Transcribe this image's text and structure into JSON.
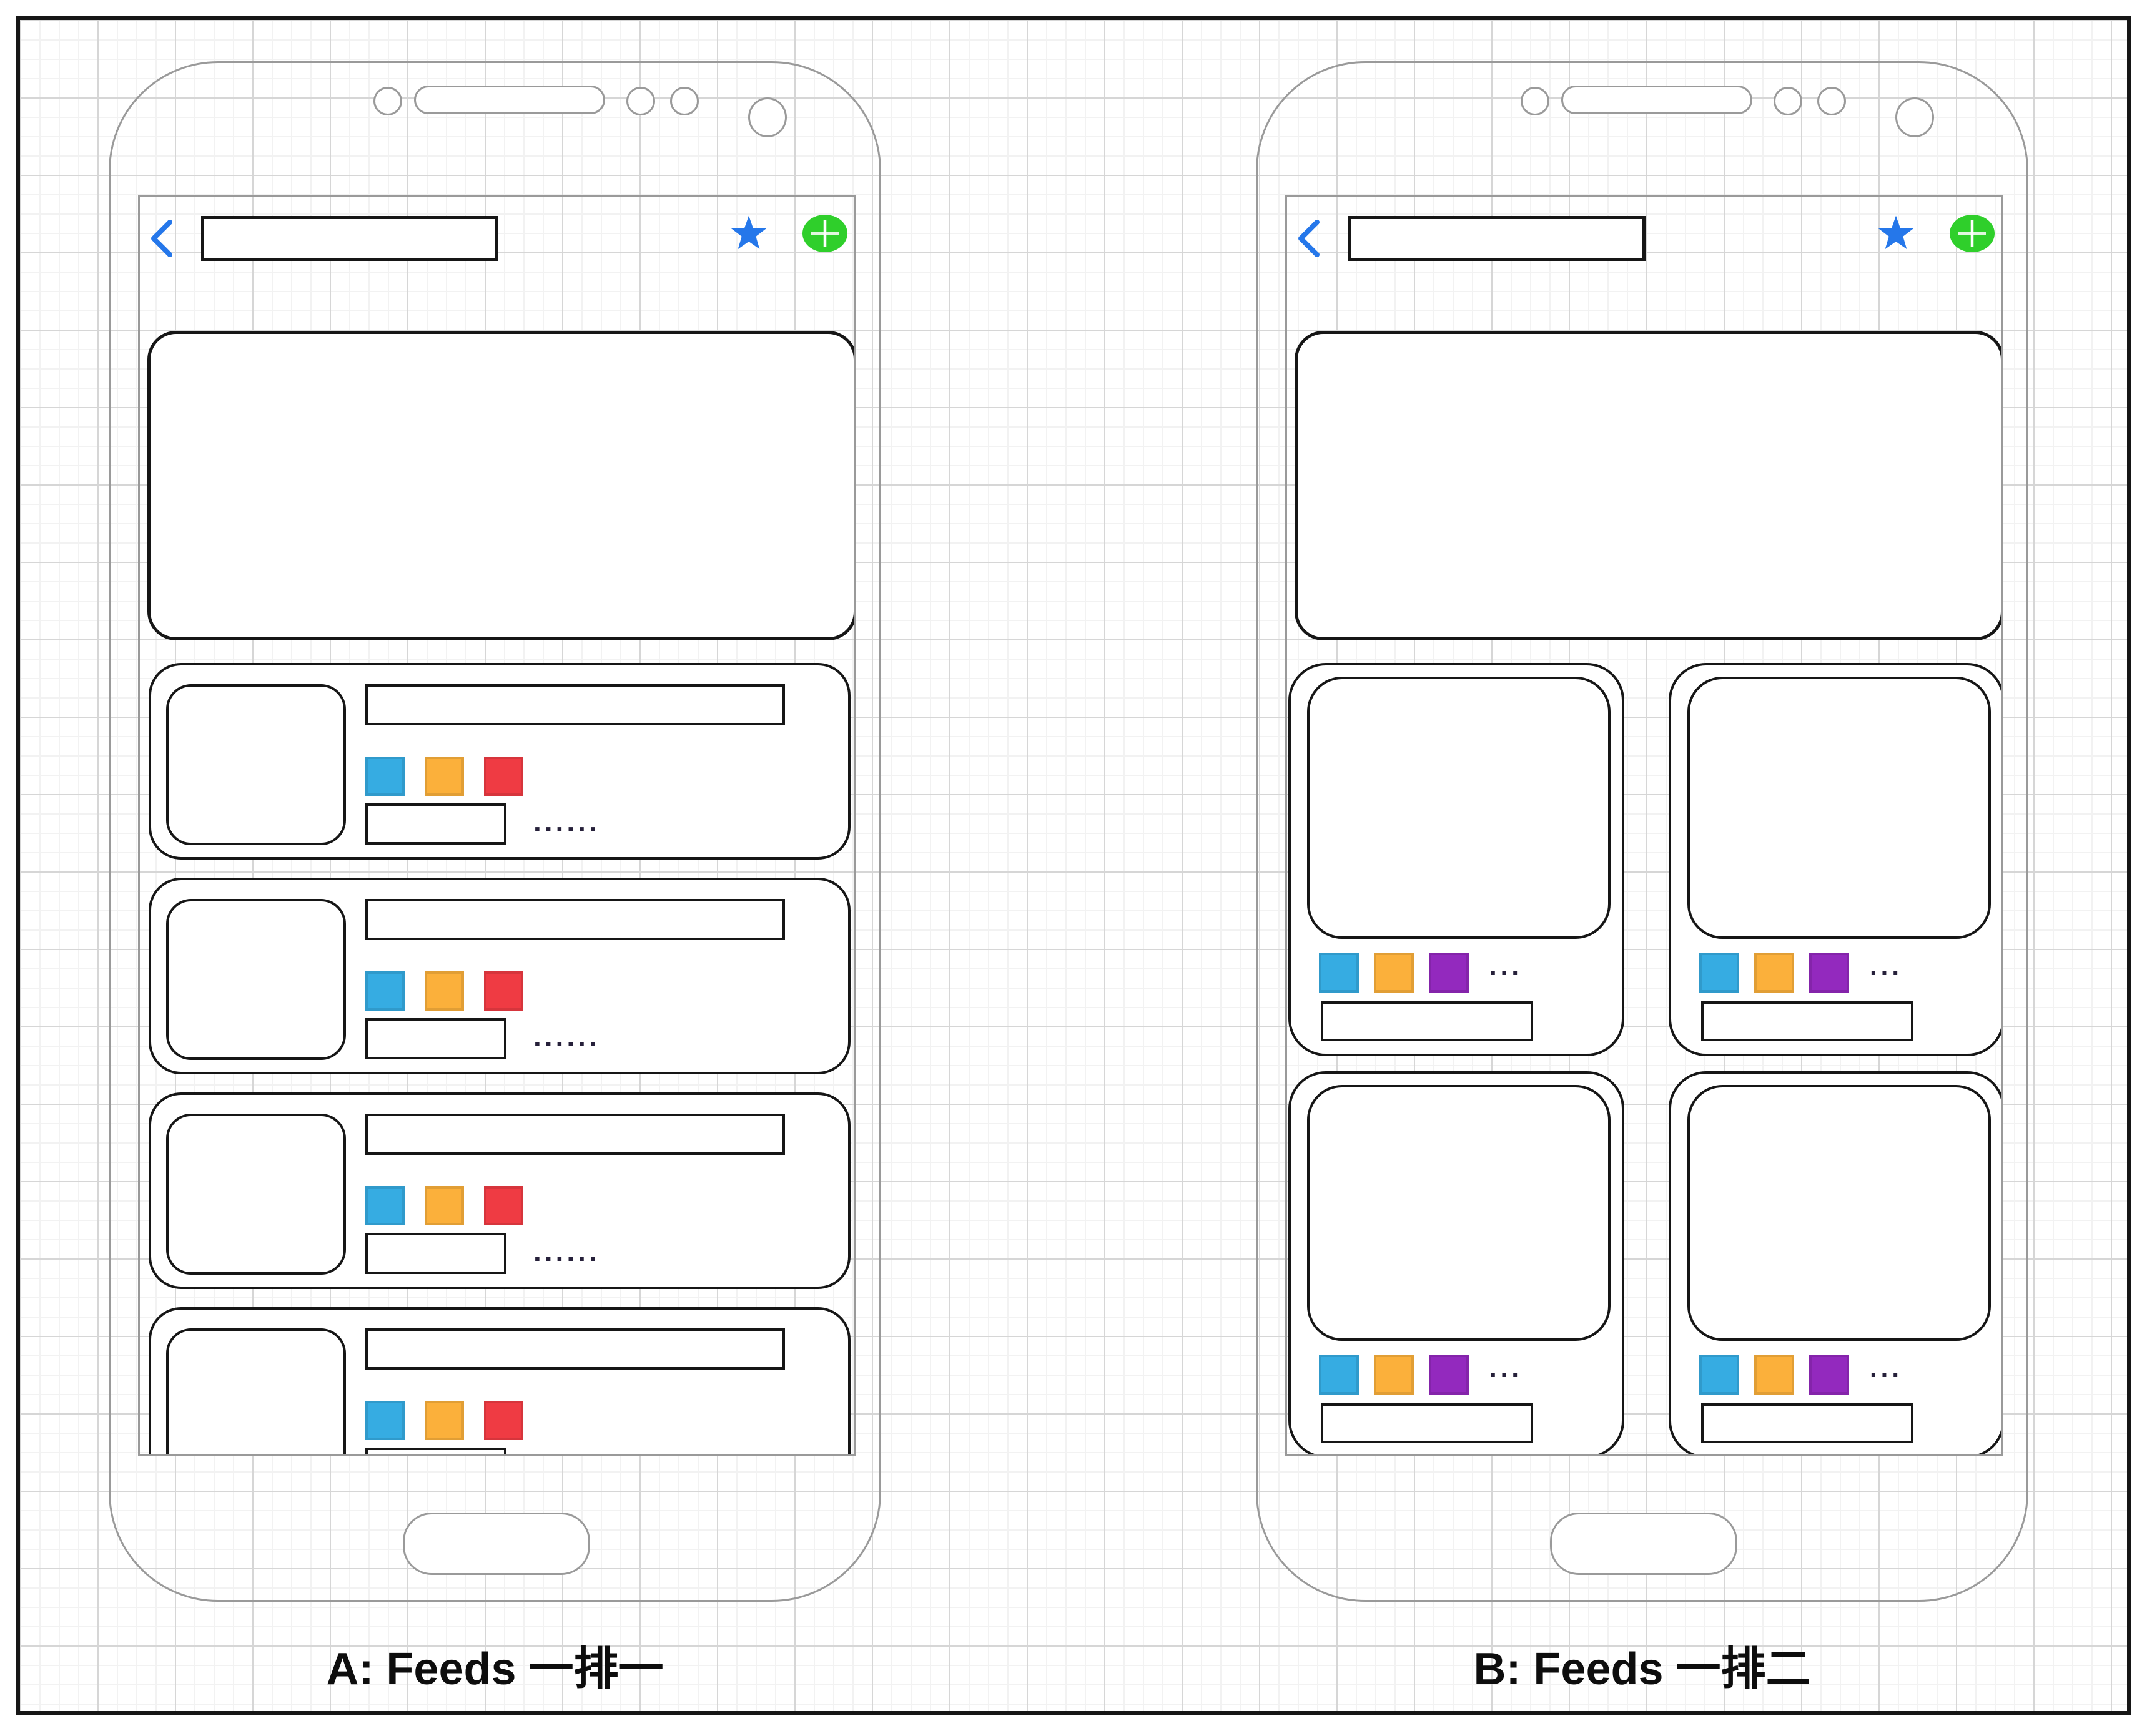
{
  "captions": {
    "phone_a": "A: Feeds 一排一",
    "phone_b": "B: Feeds 一排二"
  },
  "topbar": {
    "back_icon": "chevron-left",
    "favorite_icon": "star",
    "add_icon": "plus-in-green-circle"
  },
  "phone_a": {
    "layout": "one-card-per-row",
    "card_count": 4,
    "chips": [
      "blue",
      "orange",
      "red"
    ],
    "ellipsis": "......"
  },
  "phone_b": {
    "layout": "two-cards-per-row",
    "card_count": 4,
    "chips": [
      "blue",
      "orange",
      "purple"
    ],
    "ellipsis": "..."
  },
  "colors": {
    "icon_blue": "#2577EA",
    "plus_green": "#2FCF2B",
    "chip_blue": "#36ACE2",
    "chip_orange": "#FBB03B",
    "chip_red": "#EF3B43",
    "chip_purple": "#9329BE",
    "outline": "#9a9a9a",
    "ink": "#161616"
  }
}
